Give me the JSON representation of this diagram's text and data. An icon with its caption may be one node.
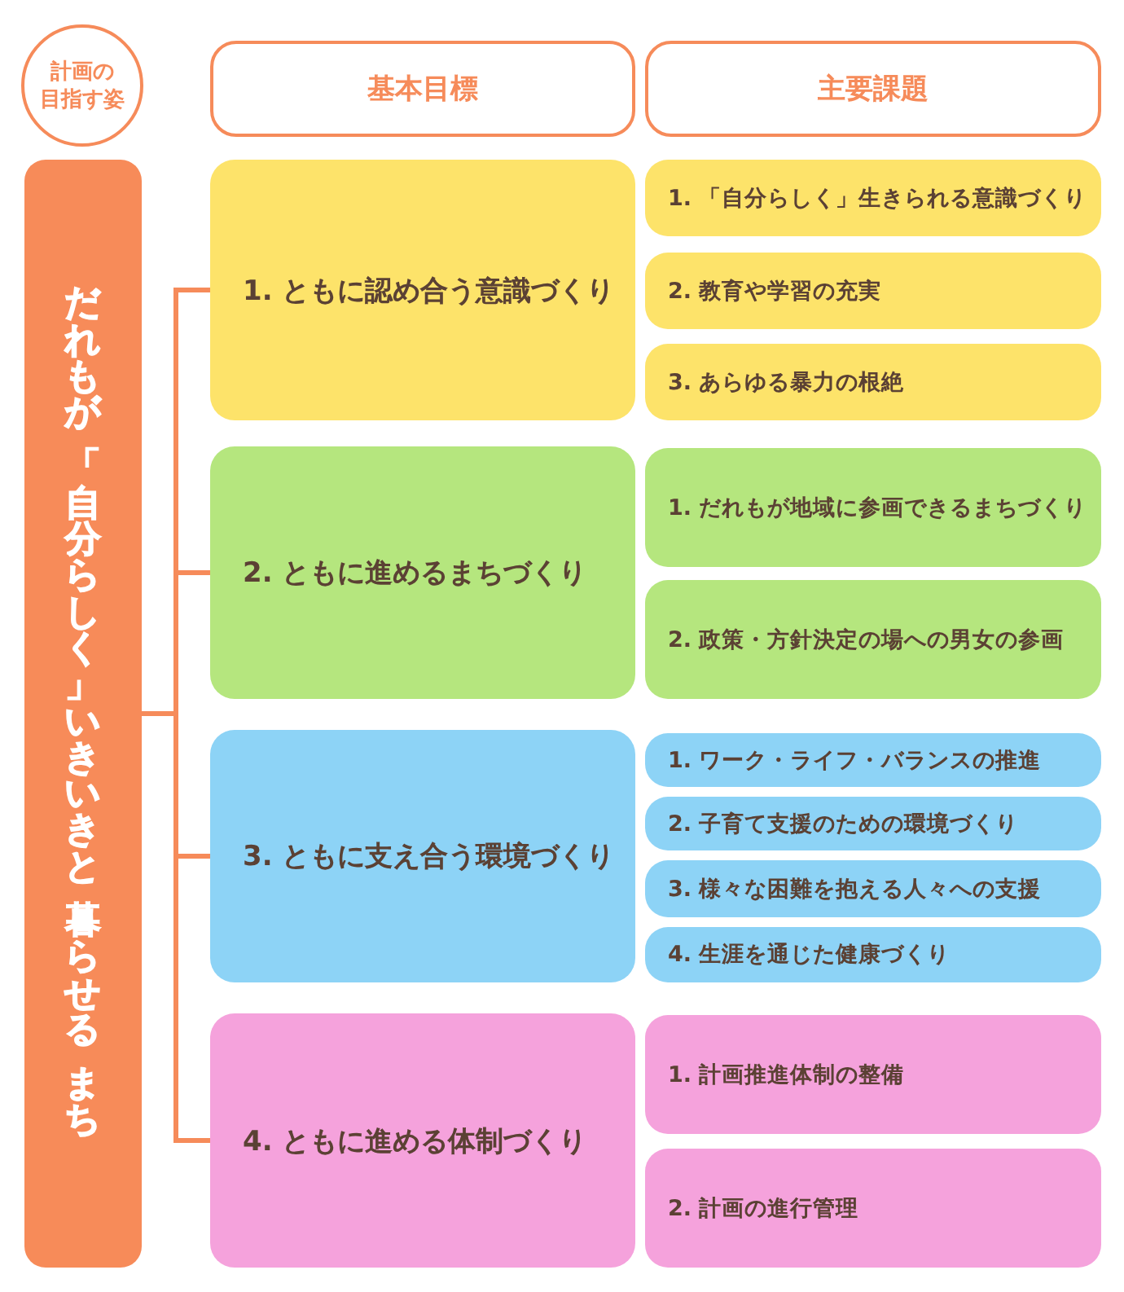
{
  "diagram": {
    "nodes": [
      {
        "text": [
          "計画の目指す姿"
        ]
      },
      {
        "text": [
          "基本目標"
        ]
      },
      {
        "text": [
          "主要課題"
        ]
      },
      {
        "text": [
          "だれもが「自分らしく」いきいきと暮らせるまち"
        ]
      },
      {
        "text": [
          "1. ともに認め合う意識づくり"
        ]
      },
      {
        "text": [
          "1. 「自分らしく」生きられる意識づくり"
        ]
      },
      {
        "text": [
          "2. 教育や学習の充実"
        ]
      },
      {
        "text": [
          "3. あらゆる暴力の根絶"
        ]
      },
      {
        "text": [
          "2. ともに進めるまちづくり"
        ]
      },
      {
        "text": [
          "1. だれもが地域に参画できるまちづくり"
        ]
      },
      {
        "text": [
          "2. 政策・方針決定の場への男女の参画"
        ]
      },
      {
        "text": [
          "3. ともに支え合う環境づくり"
        ]
      },
      {
        "text": [
          "1. ワーク・ライフ・バランスの推進"
        ]
      },
      {
        "text": [
          "2. 子育て支援のための環境づくり"
        ]
      },
      {
        "text": [
          "3. 様々な困難を抱える人々への支援"
        ]
      },
      {
        "text": [
          "4. 生涯を通じた健康づくり"
        ]
      },
      {
        "text": [
          "4. ともに進める体制づくり"
        ]
      },
      {
        "text": [
          "1. 計画推進体制の整備"
        ]
      },
      {
        "text": [
          "2. 計画の進行管理"
        ]
      }
    ],
    "edges": [
      {
        "from": 3,
        "to": 4,
        "arrow": "none"
      },
      {
        "from": 3,
        "to": 8,
        "arrow": "none"
      },
      {
        "from": 3,
        "to": 11,
        "arrow": "none"
      },
      {
        "from": 3,
        "to": 16,
        "arrow": "none"
      }
    ]
  }
}
